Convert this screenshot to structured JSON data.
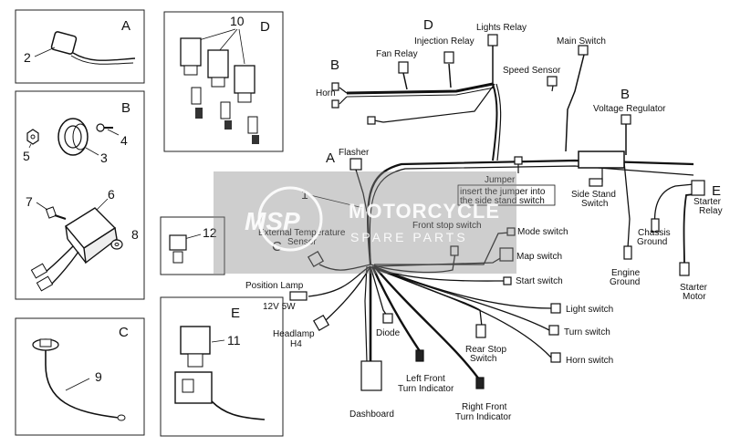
{
  "panels": {
    "A": {
      "letter": "A",
      "parts": [
        "2"
      ]
    },
    "B": {
      "letter": "B",
      "parts": [
        "4",
        "5",
        "3",
        "7",
        "6",
        "8"
      ]
    },
    "C": {
      "letter": "C",
      "parts": [
        "9"
      ]
    },
    "D": {
      "letter": "D",
      "parts": [
        "10"
      ]
    },
    "E": {
      "letter": "E",
      "parts": [
        "11"
      ]
    },
    "part12": "12"
  },
  "main": {
    "letter_B_horn": "B",
    "letter_D": "D",
    "letter_B_reg": "B",
    "letter_A": "A",
    "letter_C": "C",
    "letter_E": "E",
    "ref1": "1",
    "labels": {
      "horn": "Horn",
      "fan_relay": "Fan Relay",
      "injection_relay": "Injection Relay",
      "lights_relay": "Lights Relay",
      "main_switch": "Main Switch",
      "speed_sensor": "Speed Sensor",
      "voltage_regulator": "Voltage Regulator",
      "flasher": "Flasher",
      "jumper_title": "Jumper",
      "jumper_line1": "insert the jumper into",
      "jumper_line2": "the side stand switch",
      "side_stand_1": "Side Stand",
      "side_stand_2": "Switch",
      "starter_relay_1": "Starter",
      "starter_relay_2": "Relay",
      "chassis_ground_1": "Chassis",
      "chassis_ground_2": "Ground",
      "engine_ground_1": "Engine",
      "engine_ground_2": "Ground",
      "starter_motor_1": "Starter",
      "starter_motor_2": "Motor",
      "front_stop": "Front stop switch",
      "mode_switch": "Mode switch",
      "map_switch": "Map switch",
      "start_switch": "Start switch",
      "ext_temp_1": "External Temperature",
      "ext_temp_2": "Sensor",
      "position_lamp_1": "Position Lamp",
      "position_lamp_2": "12V 5W",
      "headlamp_1": "Headlamp",
      "headlamp_2": "H4",
      "diode": "Diode",
      "light_switch": "Light switch",
      "turn_switch": "Turn switch",
      "horn_switch": "Horn switch",
      "rear_stop_1": "Rear Stop",
      "rear_stop_2": "Switch",
      "left_front_1": "Left Front",
      "left_front_2": "Turn Indicator",
      "right_front_1": "Right Front",
      "right_front_2": "Turn Indicator",
      "dashboard": "Dashboard"
    }
  },
  "watermark": {
    "logo": "MSP",
    "brand": "MOTORCYCLE",
    "tagline": "SPARE PARTS"
  }
}
